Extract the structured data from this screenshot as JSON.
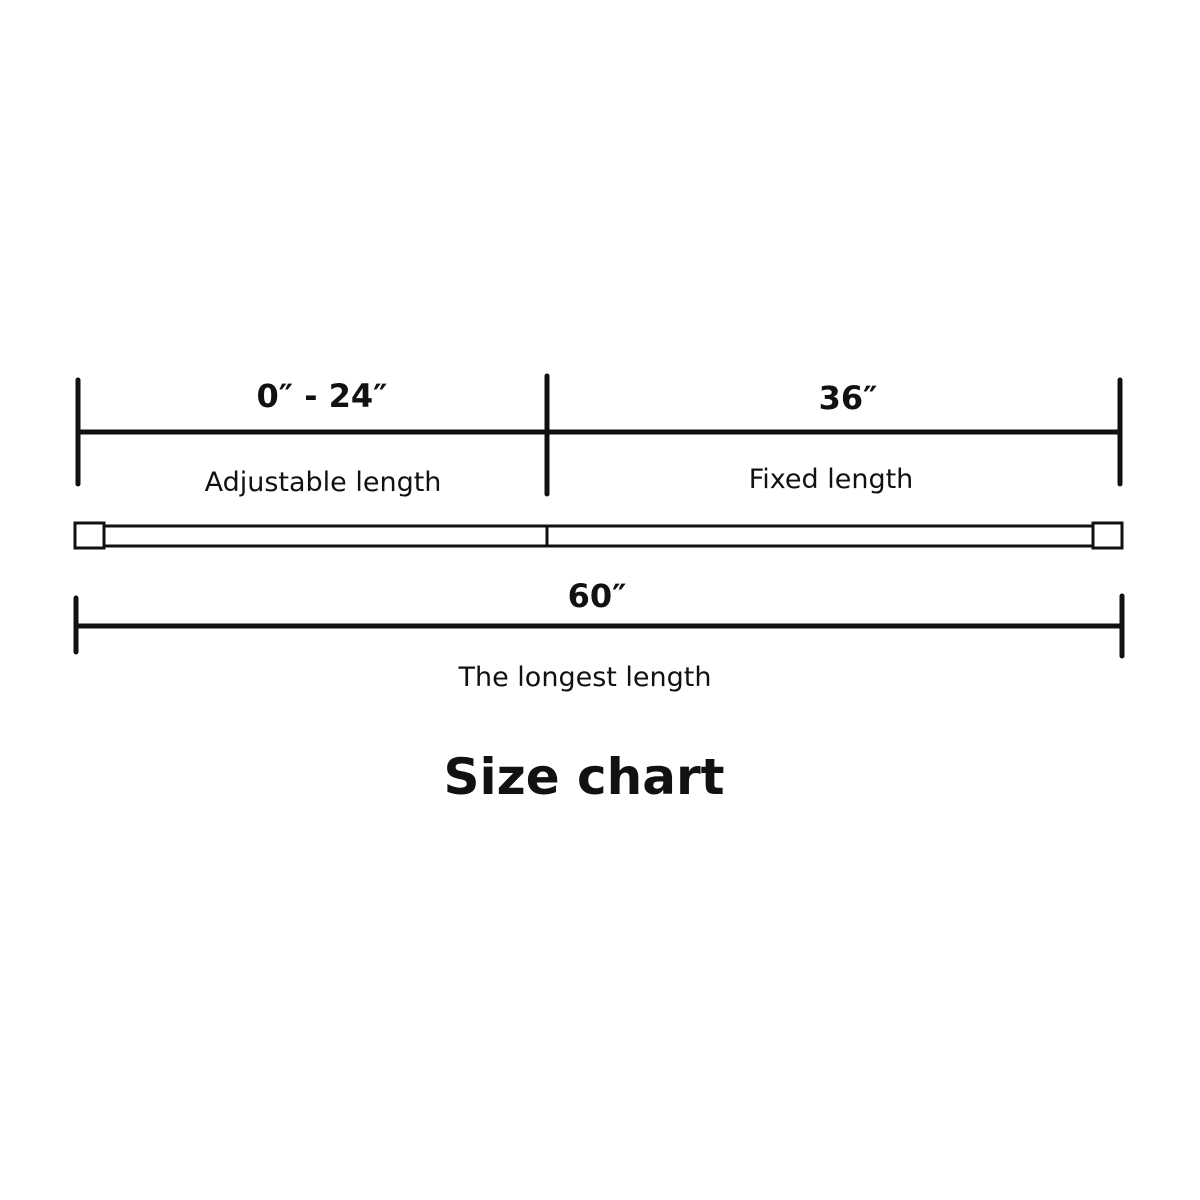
{
  "diagram": {
    "title": "Size chart",
    "segments": [
      {
        "id": "adjustable",
        "measurement": "0″ - 24″",
        "caption": "Adjustable length"
      },
      {
        "id": "fixed",
        "measurement": "36″",
        "caption": "Fixed length"
      }
    ],
    "total": {
      "measurement": "60″",
      "caption": "The longest length"
    }
  }
}
